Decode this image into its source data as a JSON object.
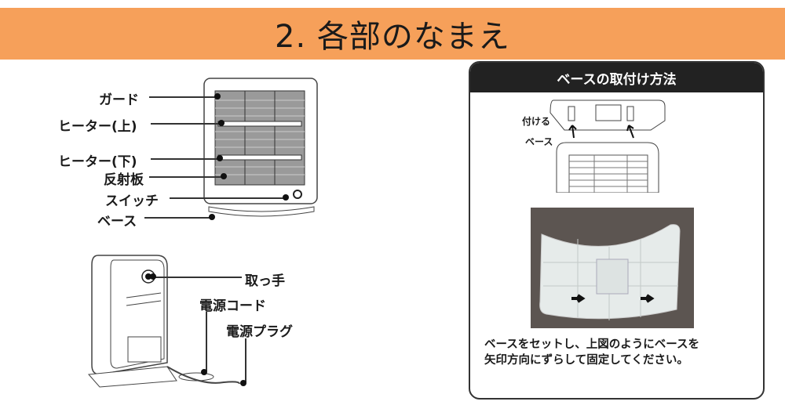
{
  "header": {
    "title": "2. 各部のなまえ",
    "background": "#f6a05a"
  },
  "front_diagram": {
    "labels": {
      "guard": "ガード",
      "heater_upper": "ヒーター(上)",
      "heater_lower": "ヒーター(下)",
      "reflector": "反射板",
      "switch": "スイッチ",
      "base": "ベース"
    }
  },
  "back_diagram": {
    "labels": {
      "handle": "取っ手",
      "power_cord": "電源コード",
      "power_plug": "電源プラグ"
    }
  },
  "base_panel": {
    "title": "ベースの取付け方法",
    "diagram_labels": {
      "attach": "付ける",
      "base": "ベース"
    },
    "caption_line1": "ベースをセットし、上図のようにベースを",
    "caption_line2": "矢印方向にずらして固定してください。"
  }
}
